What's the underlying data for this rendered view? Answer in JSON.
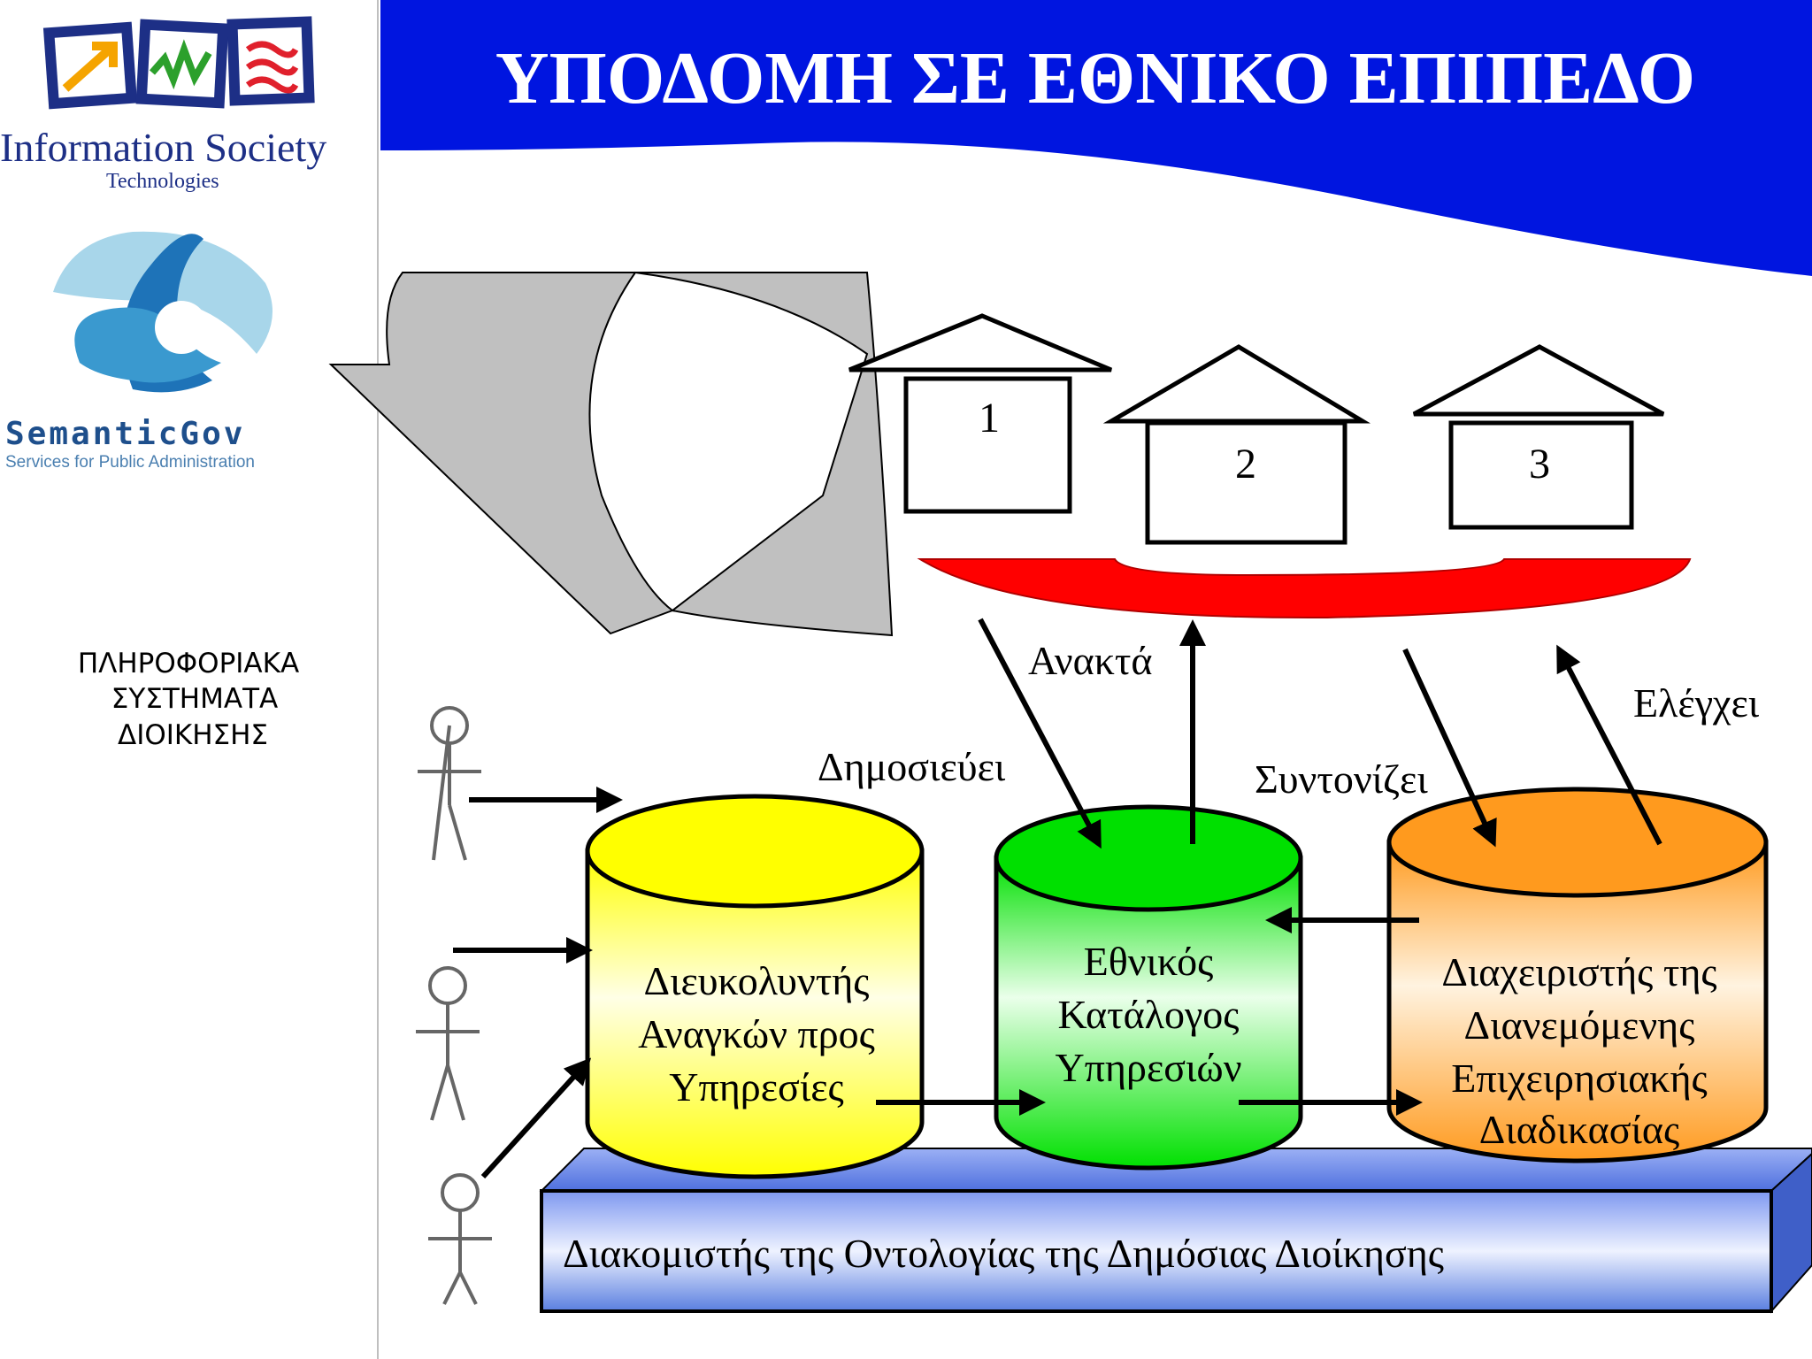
{
  "title": "ΥΠΟΔΟΜΗ ΣΕ ΕΘΝΙΚΟ ΕΠΙΠΕΔΟ",
  "sidebar": {
    "ist_logo": {
      "line1": "Information Society",
      "line2": "Technologies"
    },
    "semanticgov_logo": {
      "name": "SemanticGov",
      "tagline": "Services for Public Administration"
    },
    "caption": [
      "ΠΛΗΡΟΦΟΡΙΑΚΑ",
      "ΣΥΣΤΗΜΑΤΑ",
      "ΔΙΟΙΚΗΣΗΣ"
    ]
  },
  "houses": [
    "1",
    "2",
    "3"
  ],
  "arrow_labels": {
    "publishes": "Δημοσιεύει",
    "retrieves": "Ανακτά",
    "coordinates": "Συντονίζει",
    "controls": "Ελέγχει"
  },
  "cylinders": {
    "needs_facilitator": [
      "Διευκολυντής",
      "Αναγκών προς",
      "Υπηρεσίες"
    ],
    "national_directory": [
      "Εθνικός",
      "Κατάλογος",
      "Υπηρεσιών"
    ],
    "process_manager": [
      "Διαχειριστής της",
      "Διανεμόμενης",
      "Επιχειρησιακής",
      "Διαδικασίας"
    ]
  },
  "ontology_server": "Διακομιστής της Οντολογίας της Δημόσιας Διοίκησης",
  "colors": {
    "title_band": "#0015e0",
    "red_bar": "#ff0000",
    "yellow_cylinder": "#ffff00",
    "green_cylinder": "#00e000",
    "orange_cylinder": "#ff9a1e",
    "ontology_bar": "#5a7fe0"
  },
  "icons": [
    "ist-logo-icon",
    "semanticgov-logo-icon",
    "curved-arrow-icon",
    "person-icon",
    "house-icon"
  ]
}
